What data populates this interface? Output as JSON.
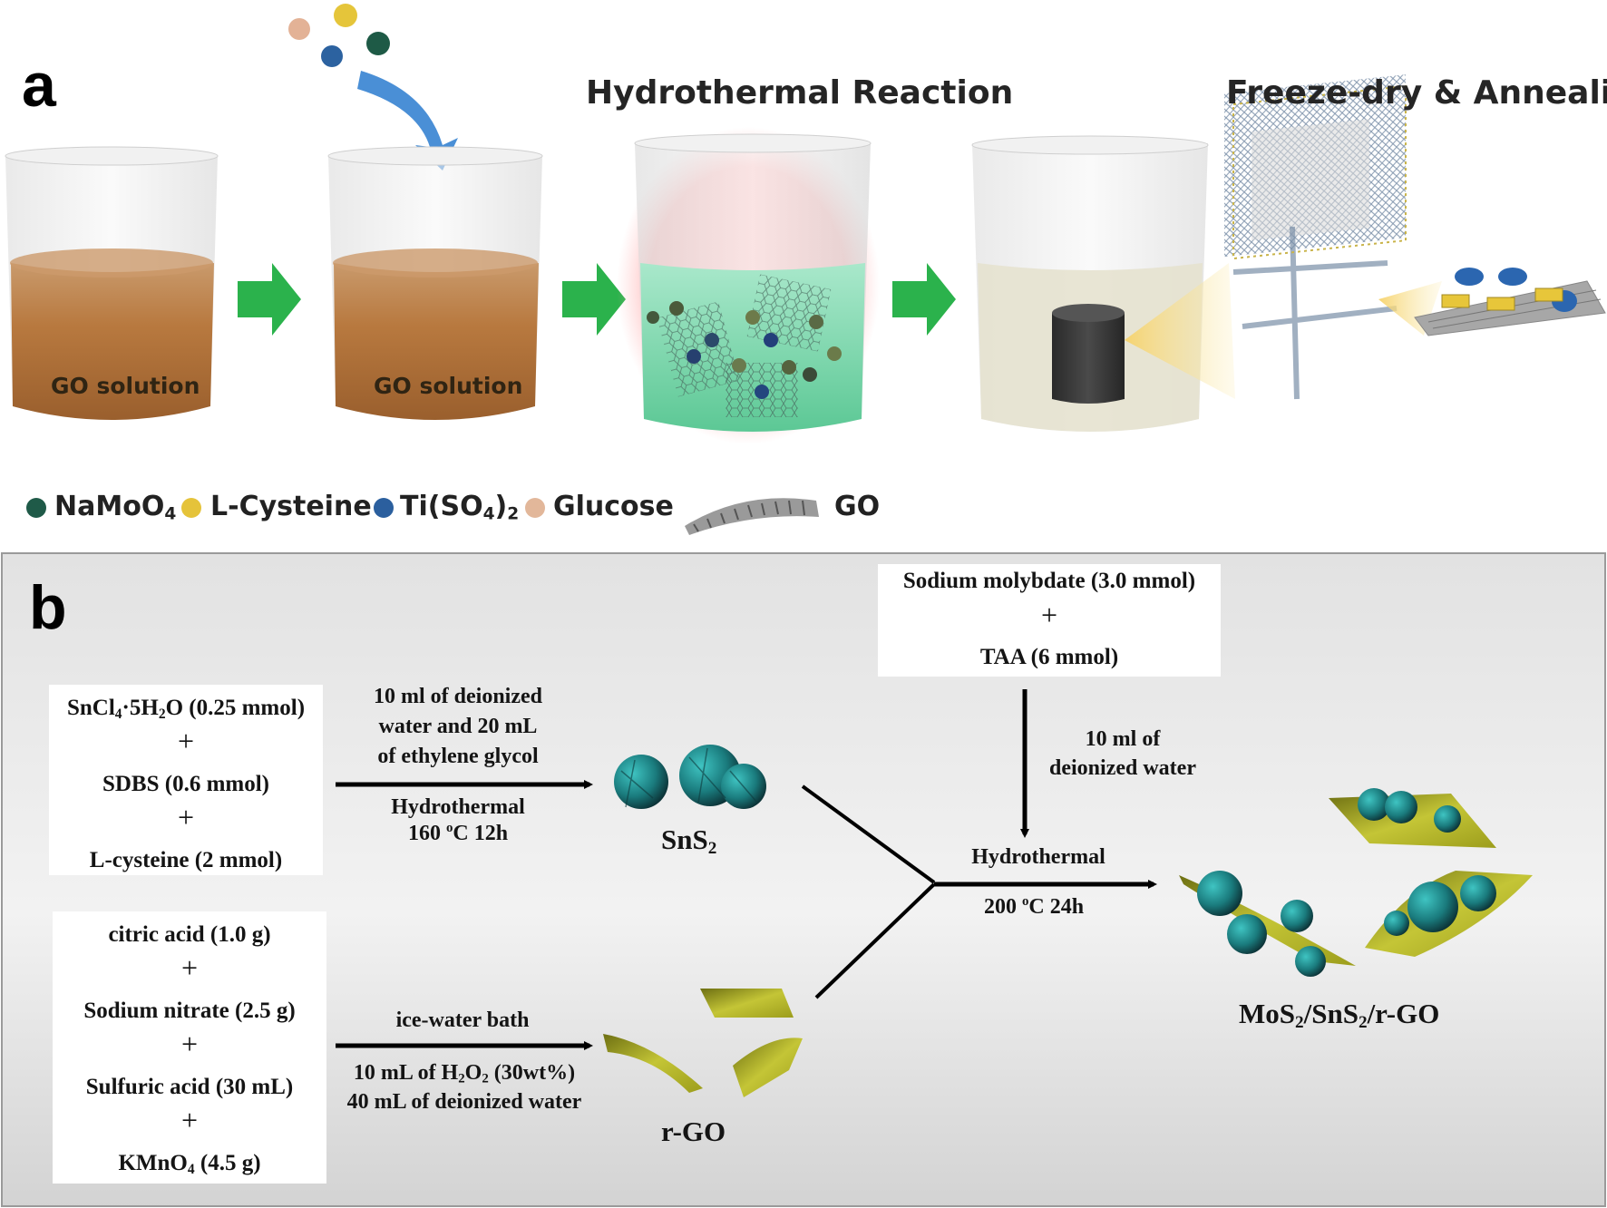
{
  "panel_a": {
    "letter": "a",
    "title_hydrothermal": "Hydrothermal Reaction",
    "title_freeze": "Freeze-dry & Annealing",
    "jar1_label": "GO solution",
    "jar2_label": "GO solution",
    "legend": {
      "namoo": {
        "text": "NaMoO",
        "sub": "4",
        "color": "#1f5a48"
      },
      "cysteine": {
        "text": "L-Cysteine",
        "color": "#e2c23a"
      },
      "ti": {
        "text": "Ti(SO",
        "sub1": "4",
        "close": ")",
        "sub2": "2",
        "color": "#2b5f9e"
      },
      "glucose": {
        "text": "Glucose",
        "color": "#e2b79a"
      },
      "go": {
        "text": "GO"
      }
    },
    "colors": {
      "arrow_green": "#2bb24c",
      "solution_brown": "#b8793f",
      "solution_green": "#7fd8b0",
      "jar_glass": "#ececec",
      "monolith": "#3a3a3a"
    }
  },
  "panel_b": {
    "letter": "b",
    "box1": {
      "l1a": "SnCl",
      "l1s1": "4",
      "l1b": "·5H",
      "l1s2": "2",
      "l1c": "O (0.25 mmol)",
      "plus": "+",
      "l2": "SDBS (0.6 mmol)",
      "l3": "L-cysteine (2 mmol)"
    },
    "box2": {
      "l1": "citric acid (1.0 g)",
      "plus": "+",
      "l2": "Sodium nitrate (2.5 g)",
      "l3": "Sulfuric acid (30 mL)",
      "l4a": "KMnO",
      "l4s": "4",
      "l4b": " (4.5 g)"
    },
    "box3": {
      "l1": "Sodium molybdate (3.0 mmol)",
      "plus": "+",
      "l2": "TAA (6 mmol)"
    },
    "arrow1": {
      "above1": "10 ml of deionized",
      "above2": "water and 20 mL",
      "above3": "of ethylene glycol",
      "below1": "Hydrothermal",
      "below2a": "160 ",
      "below2sup": "o",
      "below2b": "C   12h"
    },
    "arrow2": {
      "above": "ice-water bath",
      "below1a": "10 mL of H",
      "below1s1": "2",
      "below1b": "O",
      "below1s2": "2",
      "below1c": " (30wt%)",
      "below2": "40 mL of deionized water"
    },
    "arrow3": {
      "right1": "10 ml of",
      "right2": "deionized water"
    },
    "arrow4": {
      "above": "Hydrothermal",
      "belowa": "200 ",
      "belowsup": "o",
      "belowb": "C   24h"
    },
    "products": {
      "sns2a": "SnS",
      "sns2s": "2",
      "rgo": "r-GO",
      "fa": "MoS",
      "fs1": "2",
      "fb": "/SnS",
      "fs2": "2",
      "fc": "/r-GO"
    },
    "colors": {
      "sphere": "#1d7f82",
      "sheet": "#b9ba2c",
      "background": "#dcdcdc"
    }
  }
}
